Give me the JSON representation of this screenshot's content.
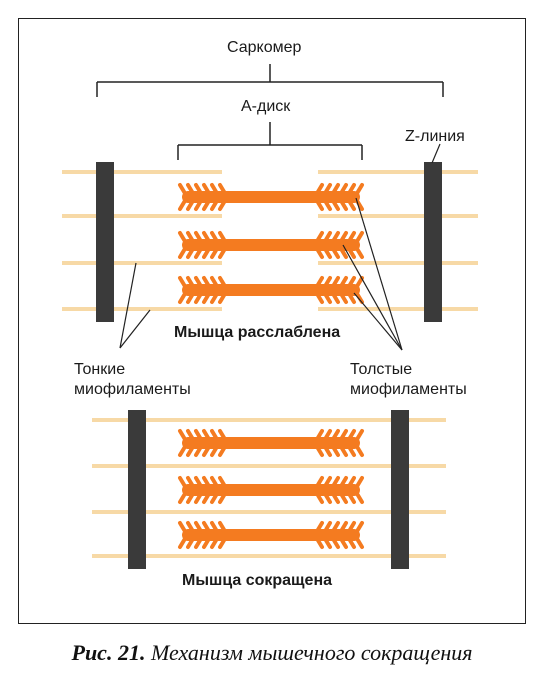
{
  "labels": {
    "sarcomere": "Саркомер",
    "a_disc": "А-диск",
    "z_line": "Z-линия",
    "relaxed": "Мышца расслаблена",
    "thin_line1": "Тонкие",
    "thin_line2": "миофиламенты",
    "thick_line1": "Толстые",
    "thick_line2": "миофиламенты",
    "contracted": "Мышца сокращена"
  },
  "caption": {
    "prefix": "Рис. 21.",
    "text": "Механизм мышечного сокращения"
  },
  "colors": {
    "thin_filament": "#f7d9a6",
    "thick_filament": "#f47b20",
    "z_line": "#3a3a3a",
    "line": "#222222"
  }
}
